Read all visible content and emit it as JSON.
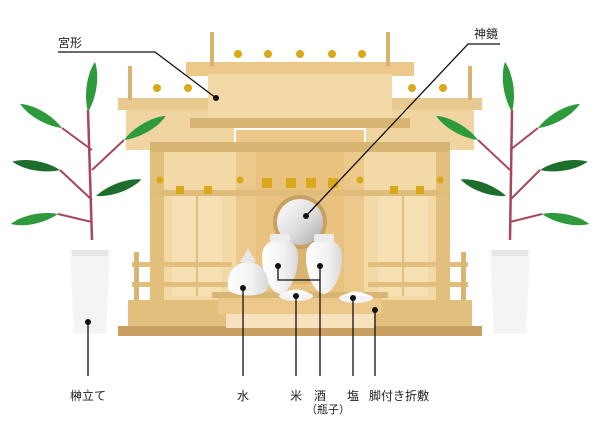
{
  "labels": {
    "miyagata": "宮形",
    "shinkyo": "神鏡",
    "sakakitate": "榊立て",
    "mizu": "水",
    "kome": "米",
    "sake": "酒",
    "heishi": "（瓶子）",
    "shio": "塩",
    "shikibutsu": "脚付き折敷"
  },
  "colors": {
    "wood_light": "#f2d9a6",
    "wood_mid": "#e3bf7d",
    "wood_dark": "#c9a062",
    "gold": "#d9a91a",
    "leaf": "#2f9a3c",
    "leaf_dark": "#1d6e2c",
    "stem": "#a8465a",
    "vessel": "#f2f2f2",
    "leader": "#111111"
  }
}
